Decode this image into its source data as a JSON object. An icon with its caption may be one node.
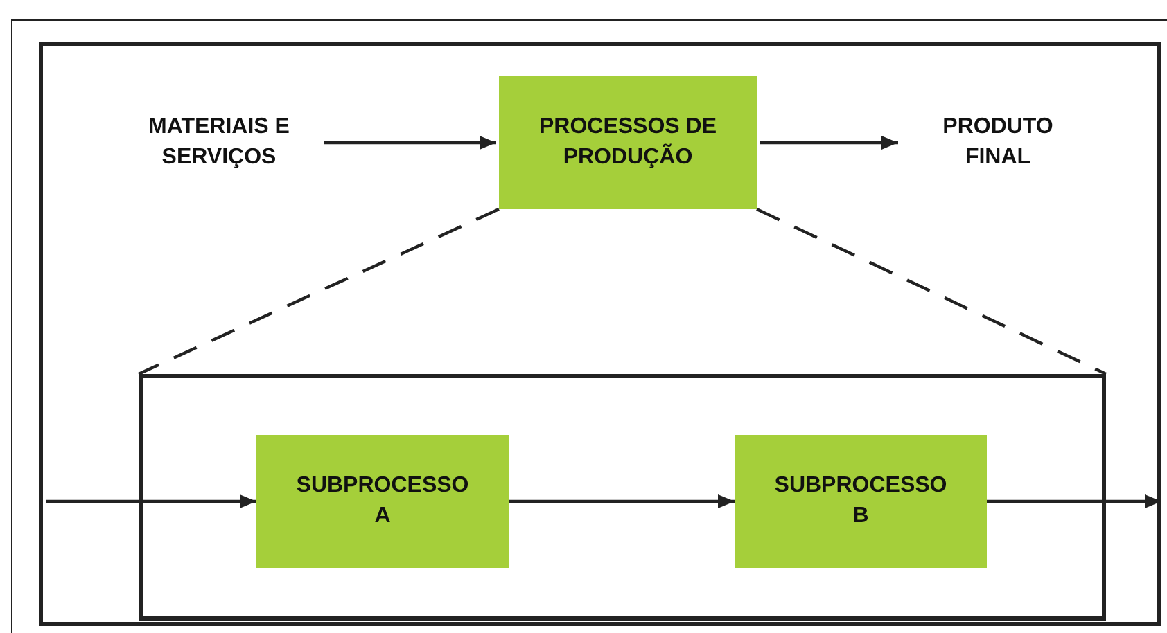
{
  "diagram": {
    "nodes": [
      {
        "text": [
          "MATERIAIS E SERVIÇOS"
        ]
      },
      {
        "text": [
          "PROCESSOS DE PRODUÇÃO"
        ]
      },
      {
        "text": [
          "PRODUTO FINAL"
        ]
      },
      {
        "text": [],
        "shape": "box"
      },
      {
        "text": [
          "SUBPROCESSO A"
        ],
        "in": 3
      },
      {
        "text": [
          "SUBPROCESSO B"
        ],
        "in": 3
      }
    ],
    "edges": [
      {
        "from": 0,
        "to": 1,
        "arrow": "to"
      },
      {
        "from": 1,
        "to": 2,
        "arrow": "to"
      },
      {
        "from": null,
        "to": 4,
        "arrow": "to"
      },
      {
        "from": 4,
        "to": 5,
        "arrow": "to"
      },
      {
        "from": 5,
        "to": null,
        "arrow": "to"
      },
      {
        "from": 1,
        "to": 3,
        "arrow": "none",
        "style": "dashed"
      },
      {
        "from": 1,
        "to": 3,
        "arrow": "none",
        "style": "dashed"
      }
    ]
  }
}
